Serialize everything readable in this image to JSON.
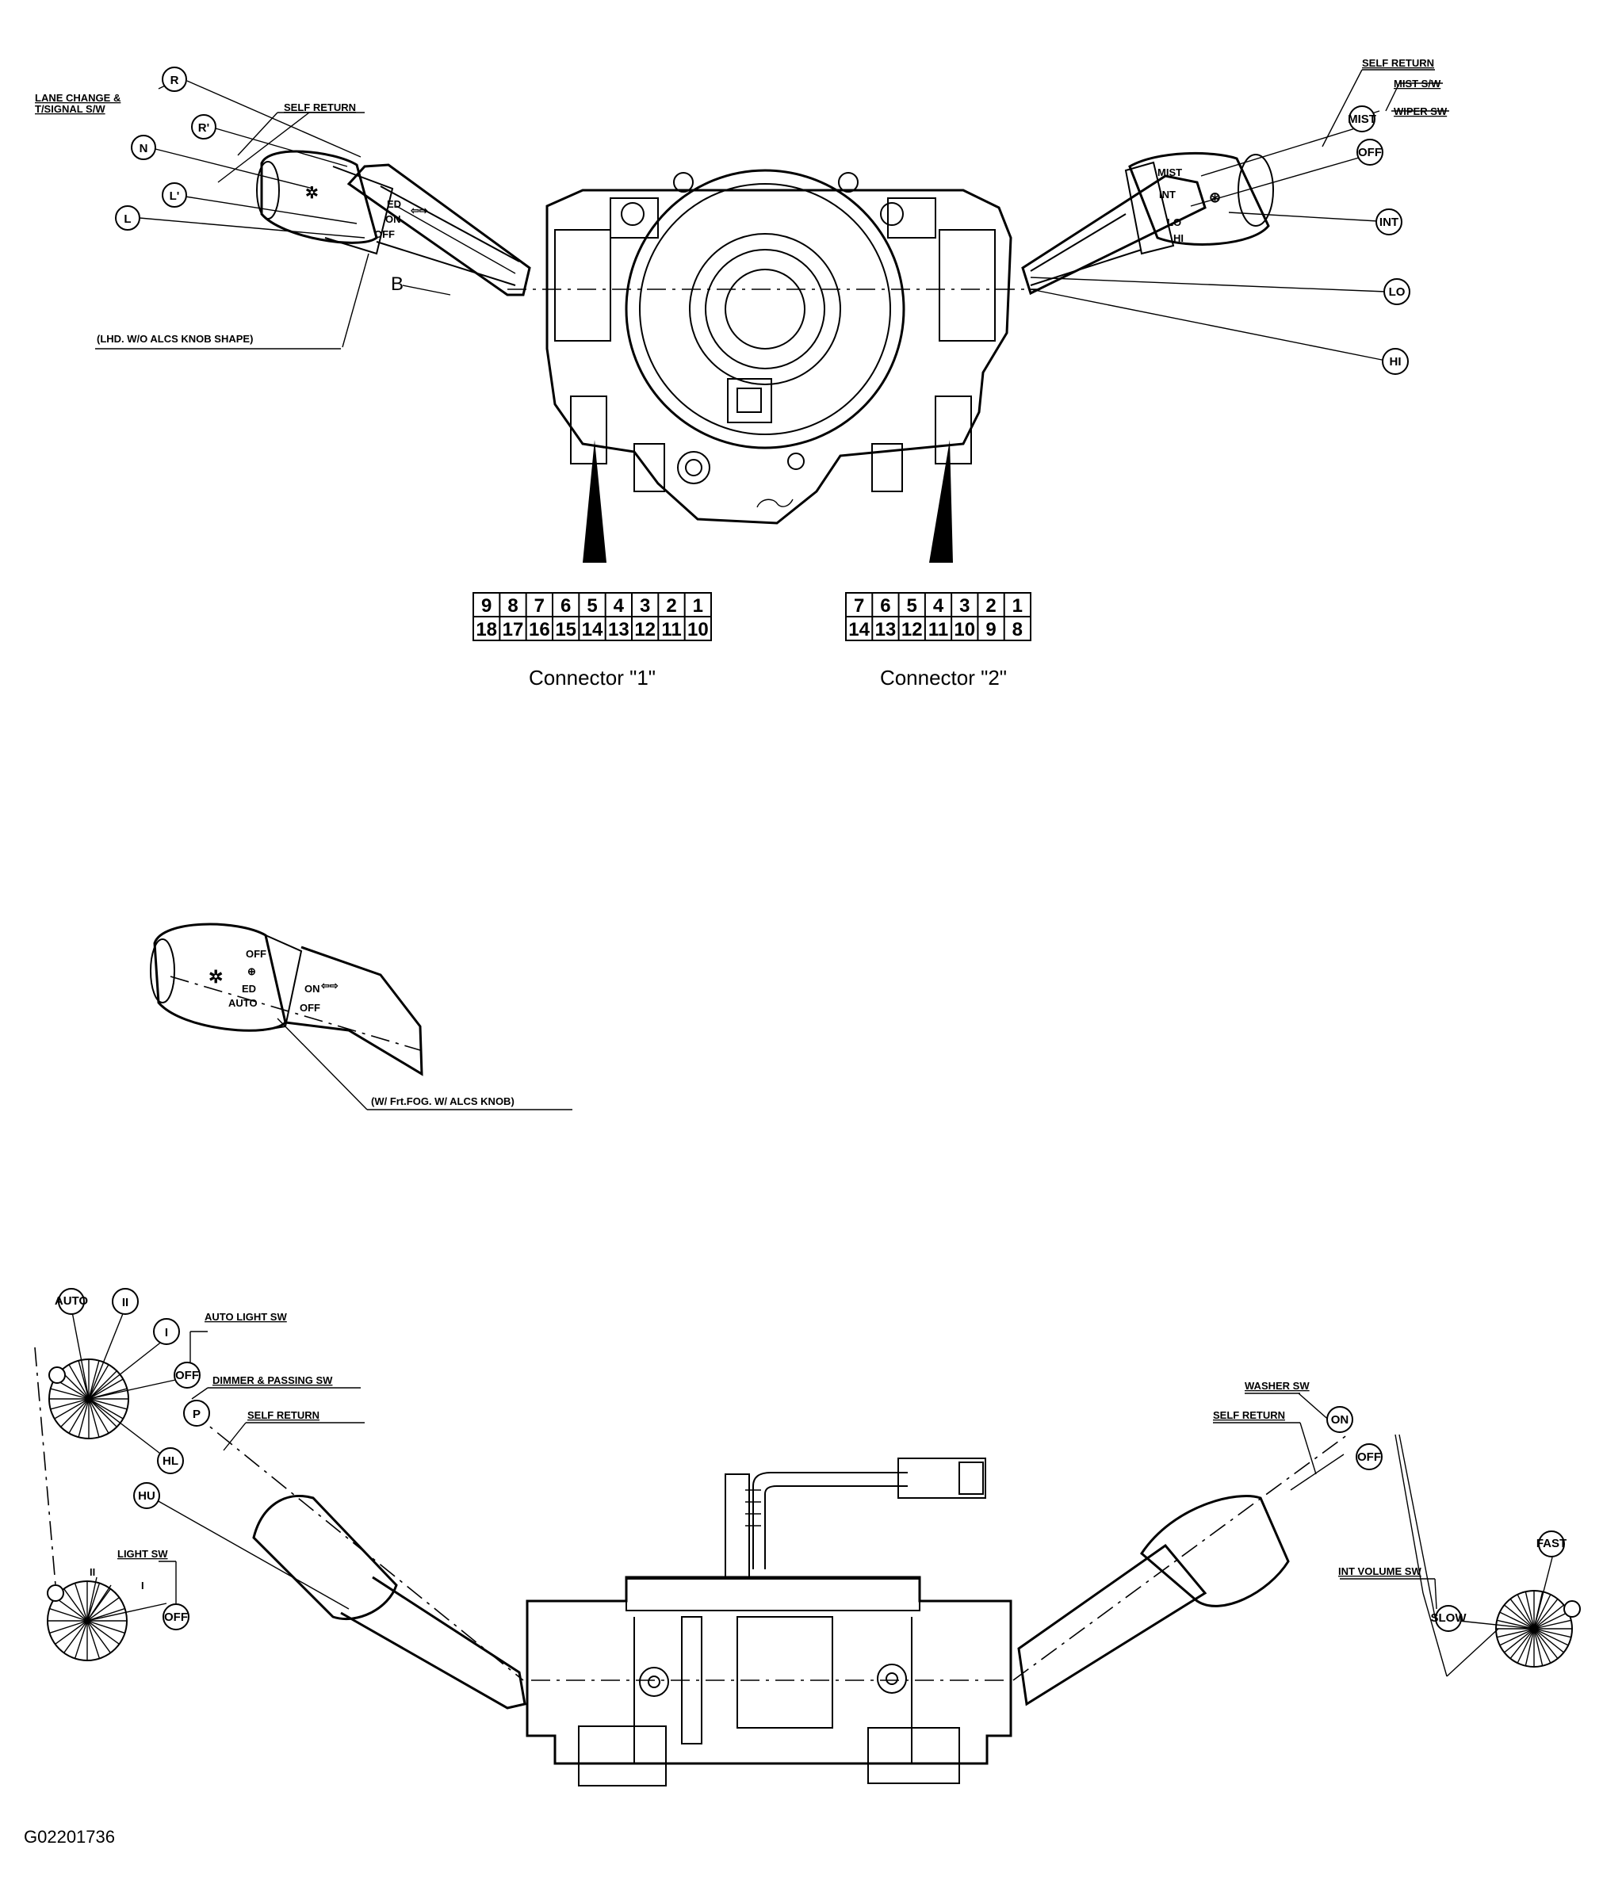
{
  "top": {
    "left_labels": {
      "lane_change": [
        "LANE CHANGE &",
        "T/SIGNAL S/W"
      ],
      "self_return": "SELF RETURN",
      "knob_shape": "(LHD. W/O ALCS KNOB SHAPE)",
      "b_marker": "B"
    },
    "left_bubbles": [
      "R",
      "R'",
      "N",
      "L'",
      "L"
    ],
    "right_labels": {
      "self_return": "SELF RETURN",
      "mist": "MIST S/W",
      "wiper": "WIPER SW"
    },
    "right_bubbles": [
      "MIST",
      "OFF",
      "INT",
      "LO",
      "HI"
    ]
  },
  "connectors": [
    {
      "caption": "Connector \"1\"",
      "row1": [
        "9",
        "8",
        "7",
        "6",
        "5",
        "4",
        "3",
        "2",
        "1"
      ],
      "row2": [
        "18",
        "17",
        "16",
        "15",
        "14",
        "13",
        "12",
        "11",
        "10"
      ]
    },
    {
      "caption": "Connector \"2\"",
      "row1": [
        "7",
        "6",
        "5",
        "4",
        "3",
        "2",
        "1"
      ],
      "row2": [
        "14",
        "13",
        "12",
        "11",
        "10",
        "9",
        "8"
      ]
    }
  ],
  "middle": {
    "knob_label": "(W/ Frt.FOG. W/ ALCS KNOB)",
    "knob_marks": [
      "OFF",
      "AUTO",
      "ON",
      "OFF"
    ]
  },
  "bottom": {
    "left_labels": {
      "auto_light": "AUTO LIGHT SW",
      "dimmer": "DIMMER & PASSING SW",
      "self_return": "SELF RETURN",
      "light_sw": "LIGHT SW",
      "light_ii": "II",
      "light_i": "I"
    },
    "left_bubbles": {
      "auto": "AUTO",
      "ii": "II",
      "i": "I",
      "off_top": "OFF",
      "p": "P",
      "hl": "HL",
      "hu": "HU",
      "off_light": "OFF"
    },
    "right_labels": {
      "washer": "WASHER SW",
      "self_return": "SELF RETURN",
      "int_volume": "INT VOLUME SW"
    },
    "right_bubbles": {
      "on": "ON",
      "off": "OFF",
      "fast": "FAST",
      "slow": "SLOW"
    }
  },
  "figure_code": "G02201736"
}
